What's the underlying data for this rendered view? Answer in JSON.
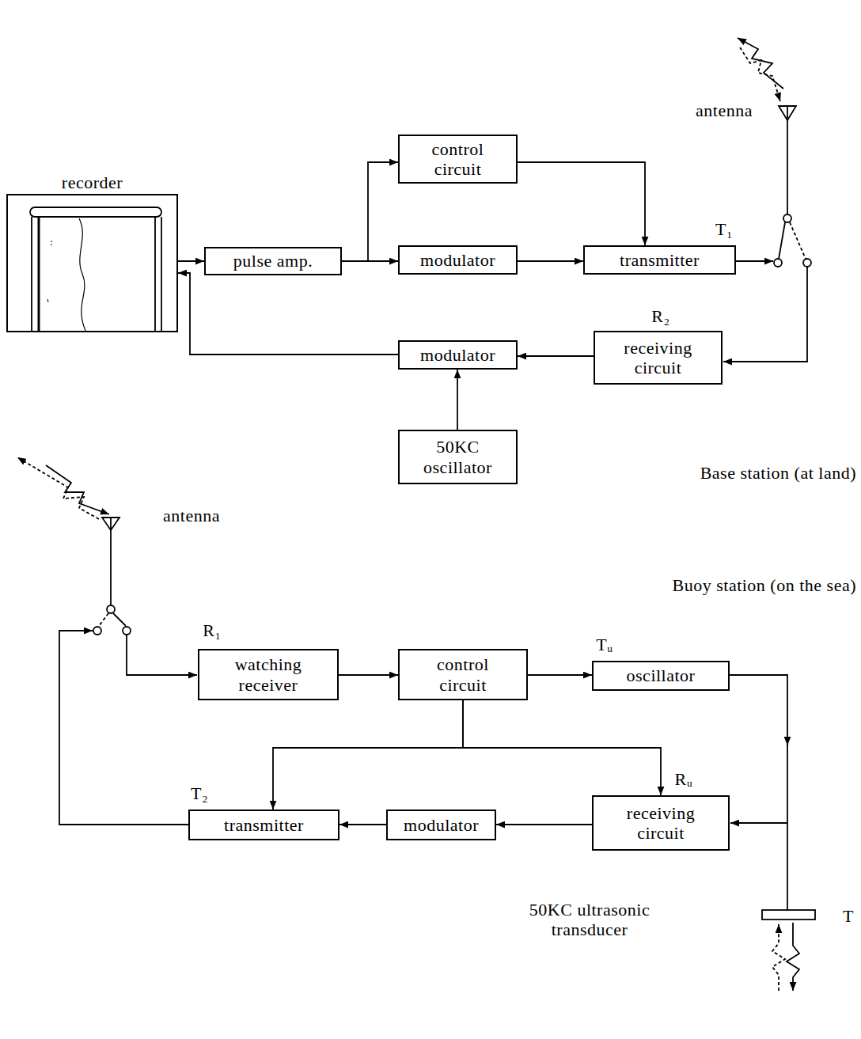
{
  "diagram": {
    "nodes": [
      {
        "text": [
          "recorder"
        ]
      },
      {
        "text": [
          "control circuit"
        ]
      },
      {
        "text": [
          "pulse amp."
        ]
      },
      {
        "text": [
          "modulator"
        ]
      },
      {
        "text": [
          "transmitter"
        ]
      },
      {
        "text": [
          "receiving circuit"
        ]
      },
      {
        "text": [
          "modulator"
        ]
      },
      {
        "text": [
          "50KC oscillator"
        ]
      },
      {
        "text": [
          "watching receiver"
        ]
      },
      {
        "text": [
          "control circuit"
        ]
      },
      {
        "text": [
          "oscillator"
        ]
      },
      {
        "text": [
          "transmitter"
        ]
      },
      {
        "text": [
          "modulator"
        ]
      },
      {
        "text": [
          "receiving circuit"
        ]
      }
    ],
    "edges": [
      {
        "from": 0,
        "to": 2,
        "arrow": "to"
      },
      {
        "from": 6,
        "to": 0,
        "arrow": "to"
      },
      {
        "from": 2,
        "to": 1,
        "arrow": "to"
      },
      {
        "from": 2,
        "to": 3,
        "arrow": "to"
      },
      {
        "from": 1,
        "to": 4,
        "arrow": "to"
      },
      {
        "from": 3,
        "to": 4,
        "arrow": "to"
      },
      {
        "from": 5,
        "to": 6,
        "arrow": "to"
      },
      {
        "from": 7,
        "to": 6,
        "arrow": "to"
      },
      {
        "from": 8,
        "to": 9,
        "arrow": "to"
      },
      {
        "from": 9,
        "to": 10,
        "arrow": "to"
      },
      {
        "from": 9,
        "to": 11,
        "arrow": "to"
      },
      {
        "from": 9,
        "to": 13,
        "arrow": "to"
      },
      {
        "from": 13,
        "to": 12,
        "arrow": "to"
      },
      {
        "from": 12,
        "to": 11,
        "arrow": "to"
      }
    ],
    "labels": [
      "T₁",
      "antenna",
      "R₂",
      "Base station (at land)",
      "antenna",
      "Buoy station (on the sea)",
      "R₁",
      "Tᵤ",
      "Rᵤ",
      "T₂",
      "50KC ultrasonic transducer",
      "T"
    ]
  }
}
